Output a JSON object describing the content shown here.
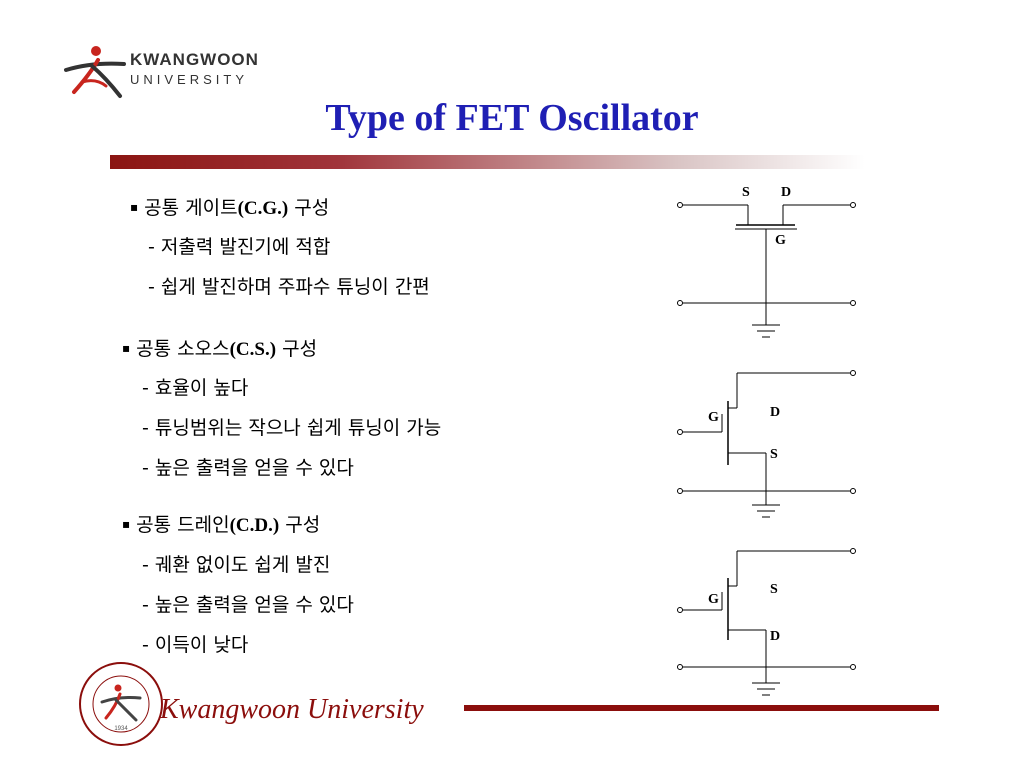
{
  "header": {
    "logo_name": "KWANGWOON",
    "logo_sub": "UNIVERSITY",
    "title": "Type of FET Oscillator"
  },
  "sections": [
    {
      "bullet": "▪",
      "heading_ko": "공통 게이트",
      "heading_abbr": "(C.G.)",
      "heading_tail": " 구성",
      "items": [
        "- 저출력 발진기에 적합",
        "- 쉽게 발진하며 주파수 튜닝이 간편"
      ]
    },
    {
      "bullet": "▪",
      "heading_ko": "공통 소오스",
      "heading_abbr": "(C.S.)",
      "heading_tail": " 구성",
      "items": [
        "- 효율이 높다",
        "- 튜닝범위는 작으나 쉽게 튜닝이 가능",
        "- 높은 출력을 얻을 수 있다"
      ]
    },
    {
      "bullet": "▪",
      "heading_ko": "공통 드레인",
      "heading_abbr": "(C.D.)",
      "heading_tail": " 구성",
      "items": [
        "- 궤환 없이도 쉽게 발진",
        "- 높은 출력을 얻을 수 있다",
        "- 이득이 낮다"
      ]
    }
  ],
  "diagrams": {
    "cg": {
      "s": "S",
      "d": "D",
      "g": "G"
    },
    "cs": {
      "g": "G",
      "d": "D",
      "s": "S"
    },
    "cd": {
      "g": "G",
      "s": "S",
      "d": "D"
    }
  },
  "footer": {
    "university": "Kwangwoon University",
    "seal_year": "1934"
  },
  "colors": {
    "title": "#1f1fb4",
    "accent": "#8b0e0c"
  }
}
